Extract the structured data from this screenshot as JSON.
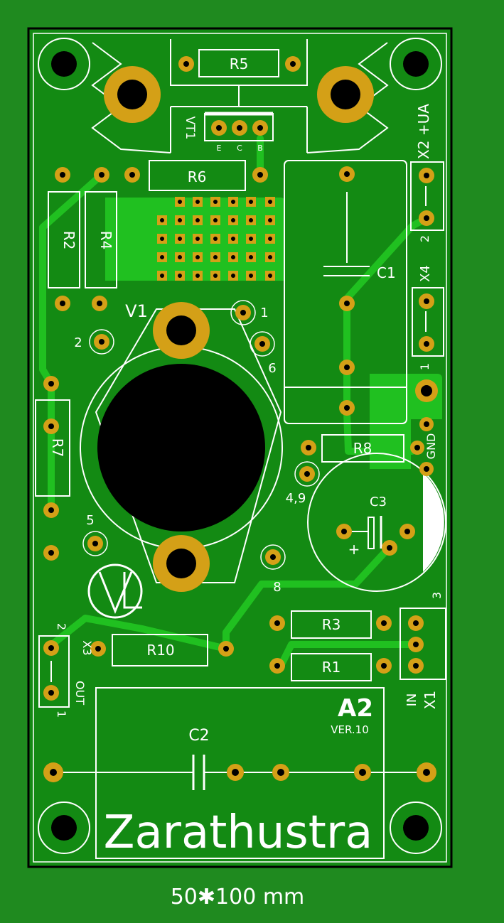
{
  "board": {
    "size_caption": "50✱100 mm",
    "brand": "Zarathustra",
    "module": "A2",
    "version": "VER.10",
    "colors": {
      "background": "#1f8a1f",
      "board": "#138a13",
      "copper": "#20c020",
      "pad": "#d4a017",
      "silk": "#ffffff"
    }
  },
  "components": {
    "r5": "R5",
    "r6": "R6",
    "r2": "R2",
    "r4": "R4",
    "r7": "R7",
    "r8": "R8",
    "r3": "R3",
    "r1": "R1",
    "r10": "R10",
    "c1": "C1",
    "c2": "C2",
    "c3": "C3",
    "vt1": "VT1",
    "v1": "V1"
  },
  "vt1_pins": {
    "e": "E",
    "c": "C",
    "b": "B"
  },
  "connectors": {
    "x2": "X2 +UA",
    "x4": "X4",
    "x3": "X3",
    "x1": "X1",
    "gnd": "GND",
    "in": "IN",
    "out": "OUT"
  },
  "pin_numbers": {
    "x2_pin2": "2",
    "x4_pin1": "1",
    "x3_pin2": "2",
    "x3_pin1": "1",
    "x1_pin3": "3",
    "tube_1": "1",
    "tube_2": "2",
    "tube_6": "6",
    "tube_5": "5",
    "tube_8": "8",
    "tube_49": "4,9"
  },
  "polarity": {
    "plus": "+",
    "minus": "−"
  }
}
